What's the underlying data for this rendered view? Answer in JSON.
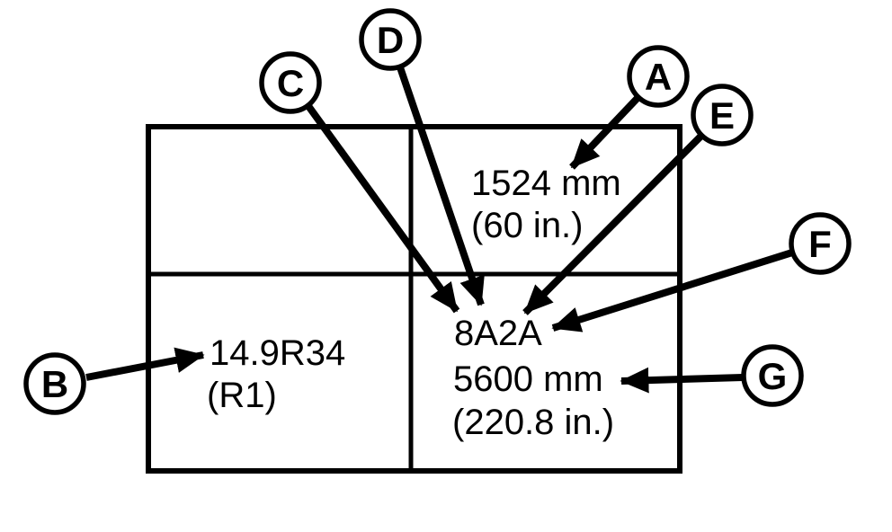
{
  "diagram": {
    "description": "Machine dimension and tire identification callout figure",
    "background_color": "#ffffff",
    "ink_color": "#000000",
    "callouts": [
      {
        "letter": "A"
      },
      {
        "letter": "B"
      },
      {
        "letter": "C"
      },
      {
        "letter": "D"
      },
      {
        "letter": "E"
      },
      {
        "letter": "F"
      },
      {
        "letter": "G"
      }
    ],
    "labels": {
      "dim_a_metric": "1524 mm",
      "dim_a_imperial": "(60 in.)",
      "tire_size": "14.9R34",
      "tire_type": "(R1)",
      "code": "8A2A",
      "dim_g_metric": "5600 mm",
      "dim_g_imperial": "(220.8 in.)"
    }
  }
}
